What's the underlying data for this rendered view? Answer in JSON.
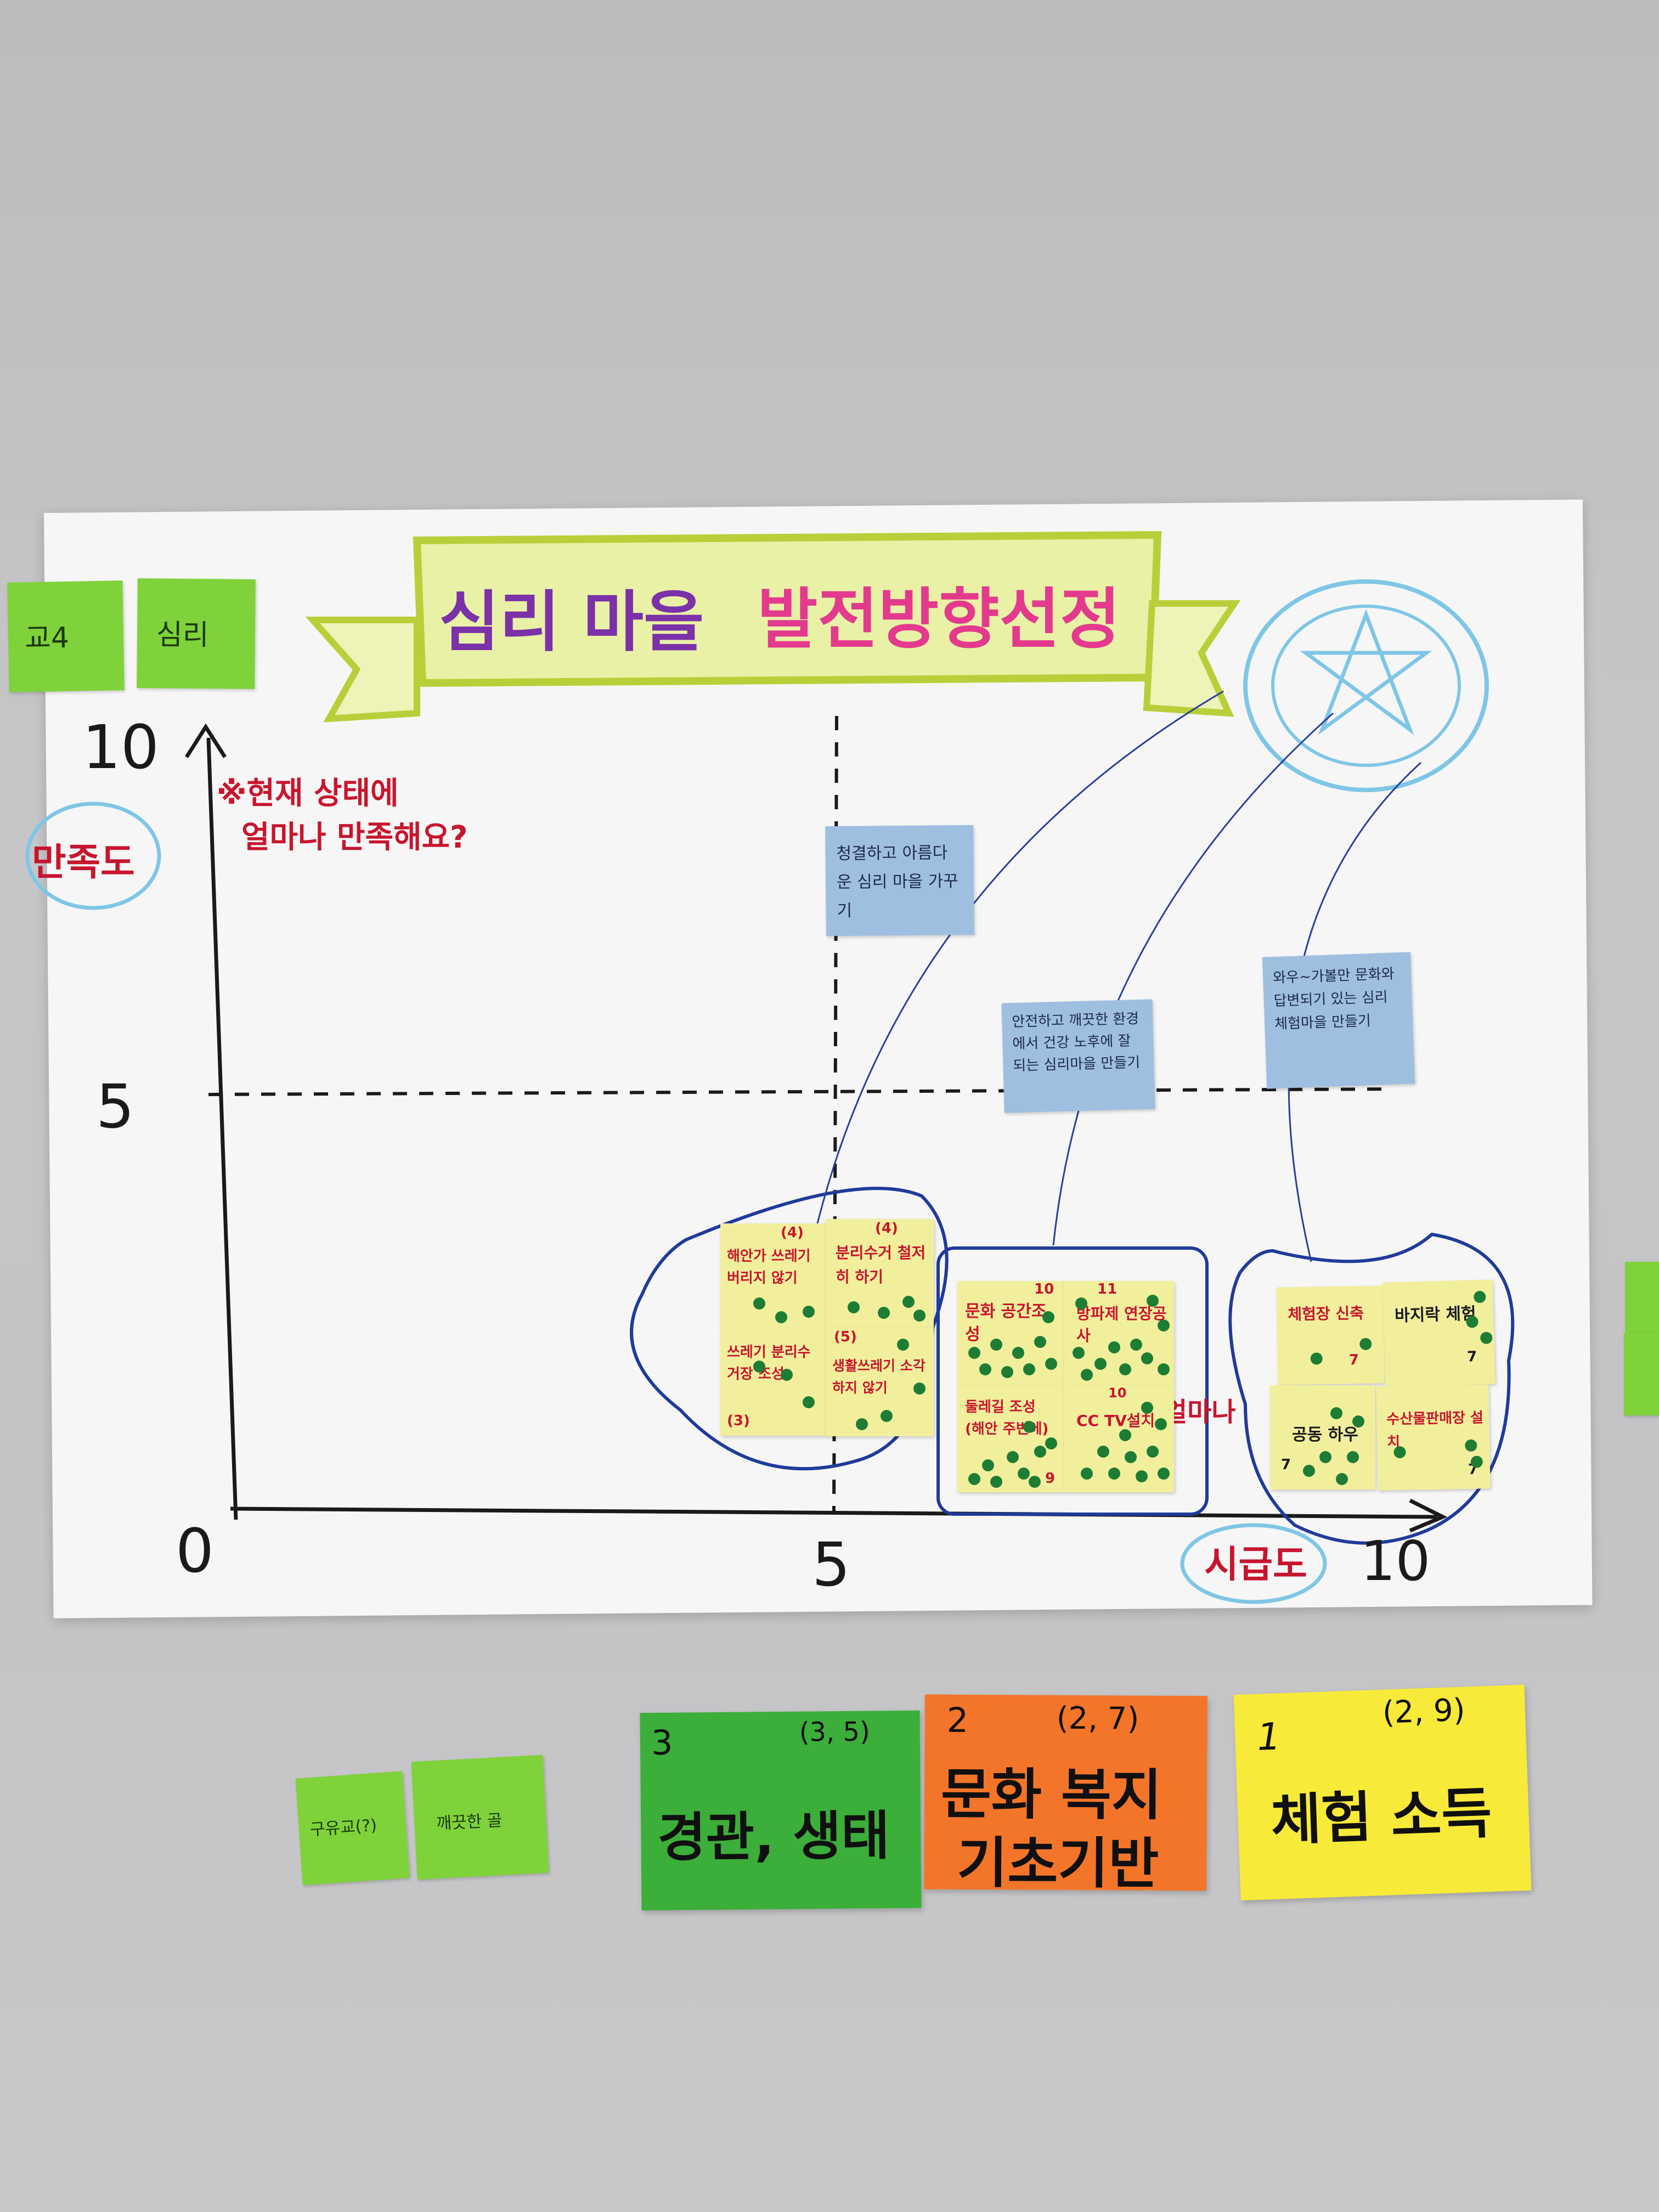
{
  "title": {
    "left": "심리 마을",
    "right": "발전방향선정"
  },
  "corner_notes": [
    "교4",
    "심리"
  ],
  "axis": {
    "y_top": "10",
    "y_mid": "5",
    "origin": "0",
    "x_mid": "5",
    "x_right": "10",
    "y_label": "만족도",
    "x_label": "시급도"
  },
  "question": {
    "line1": "※현재 상태에",
    "line2": "얼마나 만족해요?"
  },
  "blue_notes": [
    {
      "text": "청결하고 아름다운 심리 마을 가꾸기"
    },
    {
      "text": "안전하고 깨끗한 환경에서 건강 노후에 잘 되는 심리마을 만들기"
    },
    {
      "text": "와우~가볼만 문화와 답변되기 있는 심리 체험마을 만들기"
    }
  ],
  "groups": {
    "left": [
      {
        "num": "(4)",
        "text": "해안가 쓰레기 버리지 않기"
      },
      {
        "num": "(4)",
        "text": "분리수거 철저히 하기"
      },
      {
        "num": "(3)",
        "text": "쓰레기 분리수거장 조성"
      },
      {
        "num": "(5)",
        "text": "생활쓰레기 소각하지 않기"
      }
    ],
    "middle": [
      {
        "num": "10",
        "text": "문화 공간조성"
      },
      {
        "num": "11",
        "text": "방파제 연장공사"
      },
      {
        "num": "9",
        "text": "둘레길 조성 (해안 주변에)"
      },
      {
        "num": "10",
        "text": "CC TV설치"
      }
    ],
    "right": [
      {
        "num": "7",
        "text": "체험장 신축"
      },
      {
        "num": "7",
        "text": "바지락 체험"
      },
      {
        "num": "7",
        "text": "공동 하우"
      },
      {
        "num": "7",
        "text": "수산물판매장 설치"
      }
    ]
  },
  "side_text": "얼마나",
  "small_notes": [
    "구유교(?)",
    "깨끗한 골"
  ],
  "priority_notes": [
    {
      "rank": "3",
      "coords": "(3, 5)",
      "line1": "경관, 생태",
      "line2": "",
      "color": "#3cae3a"
    },
    {
      "rank": "2",
      "coords": "(2, 7)",
      "line1": "문화 복지",
      "line2": "기초기반",
      "color": "#f3752a"
    },
    {
      "rank": "1",
      "coords": "(2, 9)",
      "line1": "체험 소득",
      "line2": "",
      "color": "#f8ea38"
    }
  ]
}
